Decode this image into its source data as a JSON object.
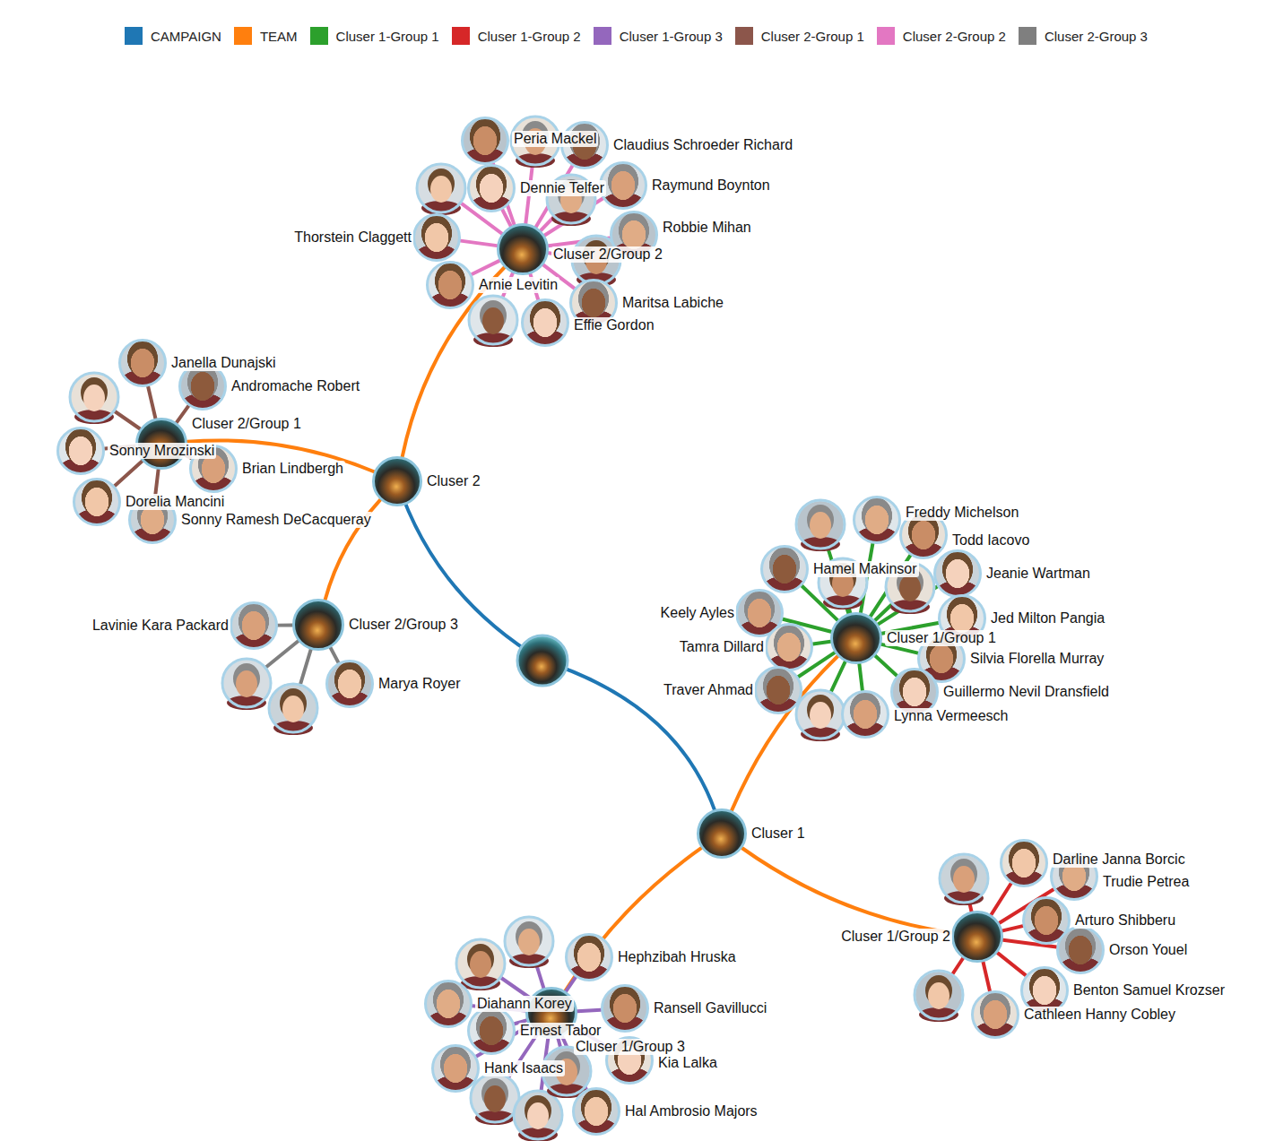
{
  "diagram": {
    "nodes": [
      {
        "text": [
          "Cluser 2"
        ]
      },
      {
        "text": [
          "Cluser 2/Group 1"
        ]
      },
      {
        "text": [
          "Cluser 2/Group 2"
        ]
      },
      {
        "text": [
          "Cluser 2/Group 3"
        ]
      },
      {
        "text": [
          "Cluser 1"
        ]
      },
      {
        "text": [
          "Cluser 1/Group 1"
        ]
      },
      {
        "text": [
          "Cluser 1/Group 2"
        ]
      },
      {
        "text": [
          "Cluser 1/Group 3"
        ]
      },
      {
        "text": [
          "Janella Dunajski"
        ]
      },
      {
        "text": [
          "Andromache Robert"
        ]
      },
      {
        "text": [
          "Sonny Mrozinski"
        ]
      },
      {
        "text": [
          "Brian Lindbergh"
        ]
      },
      {
        "text": [
          "Dorelia Mancini"
        ]
      },
      {
        "text": [
          "Sonny Ramesh DeCacqueray"
        ]
      },
      {
        "text": [
          "Peria Mackel"
        ]
      },
      {
        "text": [
          "Claudius Schroeder Richard"
        ]
      },
      {
        "text": [
          "Dennie Telfer"
        ]
      },
      {
        "text": [
          "Raymund Boynton"
        ]
      },
      {
        "text": [
          "Thorstein Claggett"
        ]
      },
      {
        "text": [
          "Robbie Mihan"
        ]
      },
      {
        "text": [
          "Arnie Levitin"
        ]
      },
      {
        "text": [
          "Maritsa Labiche"
        ]
      },
      {
        "text": [
          "Effie Gordon"
        ]
      },
      {
        "text": [
          "Lavinie Kara Packard"
        ]
      },
      {
        "text": [
          "Marya Royer"
        ]
      },
      {
        "text": [
          "Freddy Michelson"
        ]
      },
      {
        "text": [
          "Todd Iacovo"
        ]
      },
      {
        "text": [
          "Hamel Makinsor"
        ]
      },
      {
        "text": [
          "Jeanie Wartman"
        ]
      },
      {
        "text": [
          "Keely Ayles"
        ]
      },
      {
        "text": [
          "Jed Milton Pangia"
        ]
      },
      {
        "text": [
          "Tamra Dillard"
        ]
      },
      {
        "text": [
          "Silvia Florella Murray"
        ]
      },
      {
        "text": [
          "Traver Ahmad"
        ]
      },
      {
        "text": [
          "Guillermo Nevil Dransfield"
        ]
      },
      {
        "text": [
          "Lynna Vermeesch"
        ]
      },
      {
        "text": [
          "Darline Janna Borcic"
        ]
      },
      {
        "text": [
          "Trudie Petrea"
        ]
      },
      {
        "text": [
          "Arturo Shibberu"
        ]
      },
      {
        "text": [
          "Orson Youel"
        ]
      },
      {
        "text": [
          "Benton Samuel Krozser"
        ]
      },
      {
        "text": [
          "Cathleen Hanny Cobley"
        ]
      },
      {
        "text": [
          "Hephzibah Hruska"
        ]
      },
      {
        "text": [
          "Diahann Korey"
        ]
      },
      {
        "text": [
          "Ransell Gavillucci"
        ]
      },
      {
        "text": [
          "Ernest Tabor"
        ]
      },
      {
        "text": [
          "Kia Lalka"
        ]
      },
      {
        "text": [
          "Hank Isaacs"
        ]
      },
      {
        "text": [
          "Hal Ambrosio Majors"
        ]
      }
    ],
    "edges": [
      {
        "from": 0,
        "to": 1,
        "arrow": "none"
      },
      {
        "from": 0,
        "to": 2,
        "arrow": "none"
      },
      {
        "from": 0,
        "to": 3,
        "arrow": "none"
      },
      {
        "from": 4,
        "to": 5,
        "arrow": "none"
      },
      {
        "from": 4,
        "to": 6,
        "arrow": "none"
      },
      {
        "from": 4,
        "to": 7,
        "arrow": "none"
      },
      {
        "from": 1,
        "to": 8,
        "arrow": "none"
      },
      {
        "from": 1,
        "to": 9,
        "arrow": "none"
      },
      {
        "from": 1,
        "to": 10,
        "arrow": "none"
      },
      {
        "from": 1,
        "to": 11,
        "arrow": "none"
      },
      {
        "from": 1,
        "to": 12,
        "arrow": "none"
      },
      {
        "from": 1,
        "to": 13,
        "arrow": "none"
      },
      {
        "from": 2,
        "to": 14,
        "arrow": "none"
      },
      {
        "from": 2,
        "to": 15,
        "arrow": "none"
      },
      {
        "from": 2,
        "to": 16,
        "arrow": "none"
      },
      {
        "from": 2,
        "to": 17,
        "arrow": "none"
      },
      {
        "from": 2,
        "to": 18,
        "arrow": "none"
      },
      {
        "from": 2,
        "to": 19,
        "arrow": "none"
      },
      {
        "from": 2,
        "to": 20,
        "arrow": "none"
      },
      {
        "from": 2,
        "to": 21,
        "arrow": "none"
      },
      {
        "from": 2,
        "to": 22,
        "arrow": "none"
      },
      {
        "from": 3,
        "to": 23,
        "arrow": "none"
      },
      {
        "from": 3,
        "to": 24,
        "arrow": "none"
      },
      {
        "from": 5,
        "to": 25,
        "arrow": "none"
      },
      {
        "from": 5,
        "to": 26,
        "arrow": "none"
      },
      {
        "from": 5,
        "to": 27,
        "arrow": "none"
      },
      {
        "from": 5,
        "to": 28,
        "arrow": "none"
      },
      {
        "from": 5,
        "to": 29,
        "arrow": "none"
      },
      {
        "from": 5,
        "to": 30,
        "arrow": "none"
      },
      {
        "from": 5,
        "to": 31,
        "arrow": "none"
      },
      {
        "from": 5,
        "to": 32,
        "arrow": "none"
      },
      {
        "from": 5,
        "to": 33,
        "arrow": "none"
      },
      {
        "from": 5,
        "to": 34,
        "arrow": "none"
      },
      {
        "from": 5,
        "to": 35,
        "arrow": "none"
      },
      {
        "from": 6,
        "to": 36,
        "arrow": "none"
      },
      {
        "from": 6,
        "to": 37,
        "arrow": "none"
      },
      {
        "from": 6,
        "to": 38,
        "arrow": "none"
      },
      {
        "from": 6,
        "to": 39,
        "arrow": "none"
      },
      {
        "from": 6,
        "to": 40,
        "arrow": "none"
      },
      {
        "from": 6,
        "to": 41,
        "arrow": "none"
      },
      {
        "from": 7,
        "to": 42,
        "arrow": "none"
      },
      {
        "from": 7,
        "to": 43,
        "arrow": "none"
      },
      {
        "from": 7,
        "to": 44,
        "arrow": "none"
      },
      {
        "from": 7,
        "to": 45,
        "arrow": "none"
      },
      {
        "from": 7,
        "to": 46,
        "arrow": "none"
      },
      {
        "from": 7,
        "to": 47,
        "arrow": "none"
      },
      {
        "from": 7,
        "to": 48,
        "arrow": "none"
      }
    ],
    "legend": [
      {
        "text": "CAMPAIGN",
        "color": "#1f77b4"
      },
      {
        "text": "TEAM",
        "color": "#ff7f0e"
      },
      {
        "text": "Cluser 1-Group 1",
        "color": "#2ca02c"
      },
      {
        "text": "Cluser 1-Group 2",
        "color": "#d62728"
      },
      {
        "text": "Cluser 1-Group 3",
        "color": "#9467bd"
      },
      {
        "text": "Cluser 2-Group 1",
        "color": "#8c564b"
      },
      {
        "text": "Cluser 2-Group 2",
        "color": "#e377c2"
      },
      {
        "text": "Cluser 2-Group 3",
        "color": "#7f7f7f"
      }
    ]
  }
}
